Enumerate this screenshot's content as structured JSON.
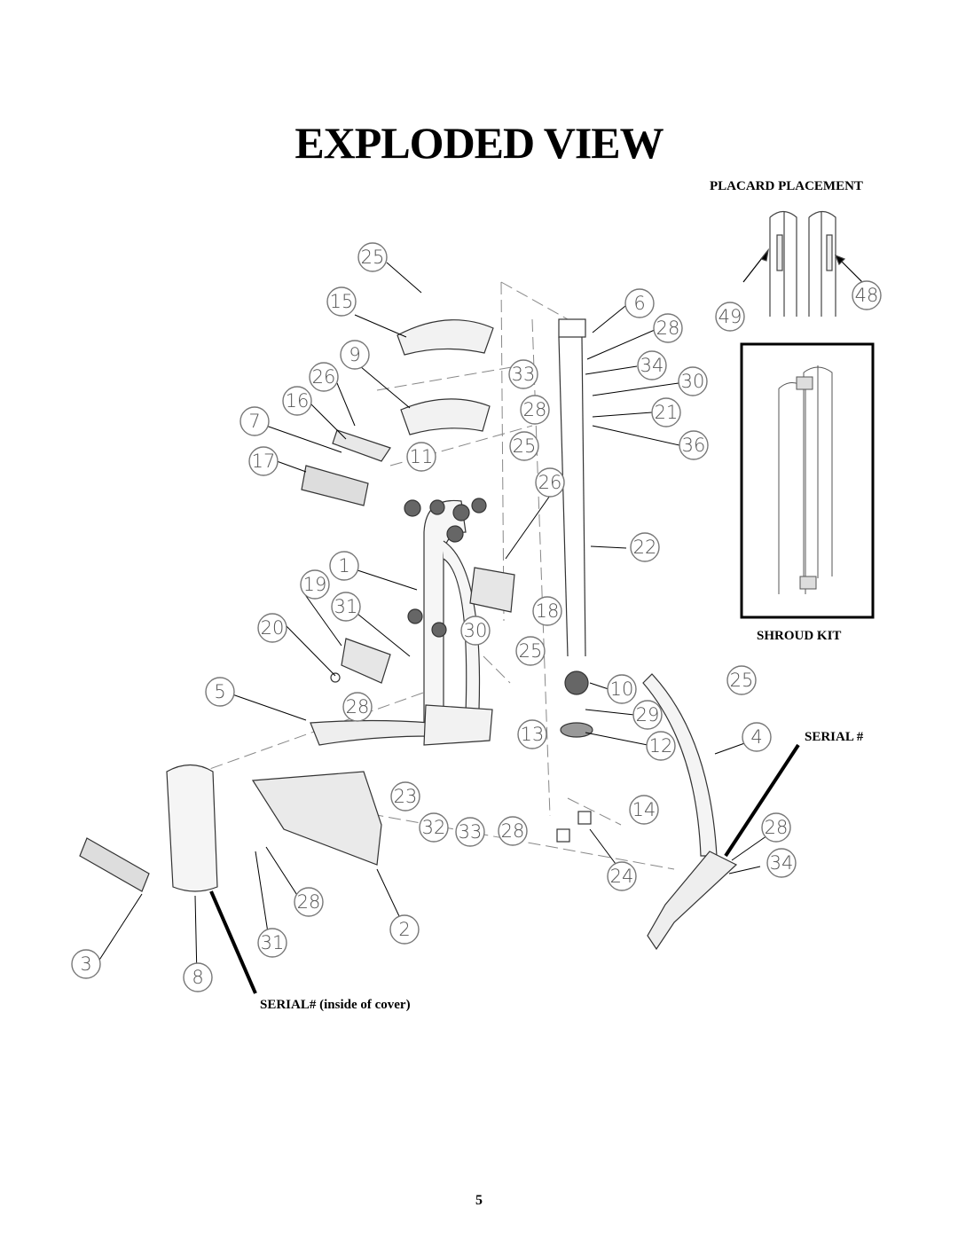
{
  "page": {
    "title": "EXPLODED VIEW",
    "page_number": "5"
  },
  "labels": {
    "placard_placement": "PLACARD PLACEMENT",
    "shroud_kit": "SHROUD KIT",
    "serial": "SERIAL #",
    "serial_cover": "SERIAL# (inside of cover)"
  },
  "callouts": [
    "25",
    "15",
    "9",
    "26",
    "16",
    "7",
    "17",
    "11",
    "1",
    "19",
    "31",
    "20",
    "5",
    "28",
    "6",
    "28",
    "33",
    "34",
    "30",
    "28",
    "21",
    "25",
    "36",
    "26",
    "22",
    "18",
    "30",
    "25",
    "10",
    "29",
    "12",
    "13",
    "23",
    "32",
    "33",
    "28",
    "14",
    "24",
    "2",
    "28",
    "31",
    "3",
    "8",
    "25",
    "4",
    "28",
    "34",
    "49",
    "48"
  ]
}
